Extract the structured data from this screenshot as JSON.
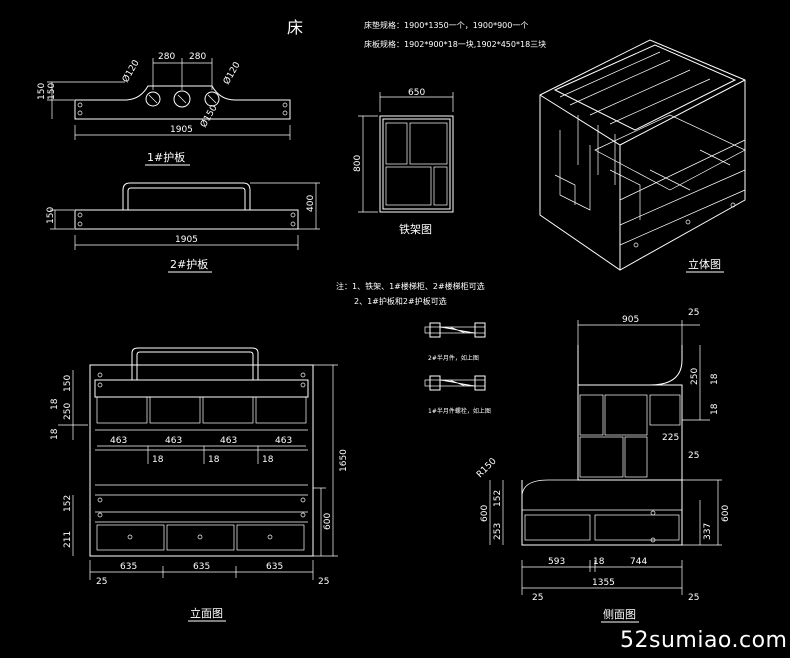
{
  "title": "床",
  "spec_lines": [
    "床垫规格：1900*1350一个，1900*900一个",
    "床板规格：1902*900*18一块,1902*450*18三块"
  ],
  "notes": [
    "注：1、铁架、1#楼梯柜、2#楼梯柜可选",
    "2、1#护板和2#护板可选"
  ],
  "labels": {
    "guard1": "1#护板",
    "guard2": "2#护板",
    "iron_frame": "铁架图",
    "iso_view": "立体图",
    "elevation": "立面图",
    "side_view": "侧面图",
    "bolt2": "2#半月件，如上图",
    "bolt1": "1#半月件螺栓，如上图"
  },
  "dims": {
    "g1_280a": "280",
    "g1_280b": "280",
    "g1_150": "150",
    "g1_150b": "150",
    "g1_d120a": "Ø120",
    "g1_d120b": "Ø120",
    "g1_d150": "Ø150",
    "g1_1905": "1905",
    "g2_150": "150",
    "g2_400": "400",
    "g2_1905": "1905",
    "if_650": "650",
    "if_800": "800",
    "el_150": "150",
    "el_250": "250",
    "el_18a": "18",
    "el_18b": "18",
    "el_463a": "463",
    "el_463b": "463",
    "el_463c": "463",
    "el_463d": "463",
    "el_18c": "18",
    "el_18d": "18",
    "el_18e": "18",
    "el_1650": "1650",
    "el_152": "152",
    "el_211": "211",
    "el_600": "600",
    "el_635a": "635",
    "el_635b": "635",
    "el_635c": "635",
    "el_25a": "25",
    "el_25b": "25",
    "sv_905": "905",
    "sv_25a": "25",
    "sv_250": "250",
    "sv_18a": "18",
    "sv_18b": "18",
    "sv_225": "225",
    "sv_25b": "25",
    "sv_r150": "R150",
    "sv_600a": "600",
    "sv_152": "152",
    "sv_253": "253",
    "sv_600b": "600",
    "sv_337": "337",
    "sv_593": "593",
    "sv_18c": "18",
    "sv_744": "744",
    "sv_1355": "1355",
    "sv_25c": "25",
    "sv_25d": "25"
  },
  "watermark": "52sumiao.com"
}
